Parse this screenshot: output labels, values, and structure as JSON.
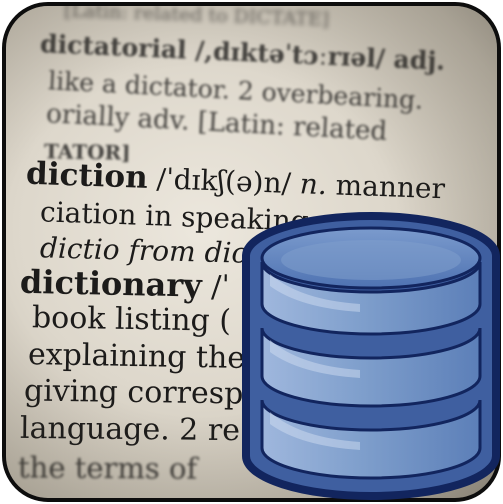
{
  "background_text": [
    {
      "text": "[Latin: related to DICTATE]",
      "font_size": 19,
      "style": "veryblurred"
    },
    {
      "text": "dictatorial /,dɪktəˈtɔːrɪəl/ adj.",
      "font_size": 25,
      "style": "blurred headword-lead"
    },
    {
      "text": "like a dictator. 2 overbearing.",
      "font_size": 25,
      "style": "blurred"
    },
    {
      "text": "orially adv. [Latin: related",
      "font_size": 26,
      "style": "blurred"
    },
    {
      "text": "TATOR]",
      "font_size": 20,
      "style": "blurred"
    },
    {
      "text": "diction",
      "font_size": 31,
      "style": "headword"
    },
    {
      "text": "/ˈdɪkʃ(ə)n/",
      "font_size": 28,
      "style": "plain"
    },
    {
      "text": "n.",
      "font_size": 28,
      "style": "italic"
    },
    {
      "text": "manner",
      "font_size": 28,
      "style": "plain"
    },
    {
      "text": "ciation in speaking",
      "font_size": 28,
      "style": "plain"
    },
    {
      "text": "dictio from dic",
      "font_size": 28,
      "style": "mixed"
    },
    {
      "text": "dictionary",
      "font_size": 32,
      "style": "headword"
    },
    {
      "text": "/ˈ",
      "font_size": 30,
      "style": "plain"
    },
    {
      "text": "book listing (",
      "font_size": 30,
      "style": "plain"
    },
    {
      "text": "explaining the",
      "font_size": 30,
      "style": "plain"
    },
    {
      "text": "giving corresp",
      "font_size": 30,
      "style": "plain"
    },
    {
      "text": "language. 2 re",
      "font_size": 30,
      "style": "plain"
    },
    {
      "text": "the terms of",
      "font_size": 29,
      "style": "blurred"
    }
  ],
  "icon": {
    "name": "database-cylinder-icon",
    "fill_light": "#c9d6ea",
    "fill_mid": "#7f9fcc",
    "fill_dark": "#3f5fa0",
    "outline": "#12255e",
    "border": "#0d0d0d"
  }
}
